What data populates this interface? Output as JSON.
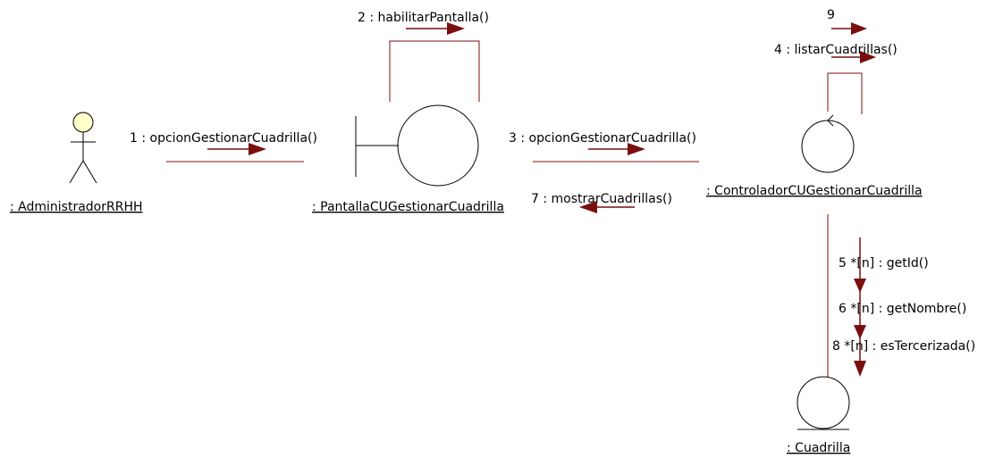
{
  "objects": {
    "actor": ": AdministradorRRHH",
    "boundary": ": PantallaCUGestionarCuadrilla",
    "control": ": ControladorCUGestionarCuadrilla",
    "entity": ": Cuadrilla"
  },
  "messages": {
    "m1": "1 : opcionGestionarCuadrilla()",
    "m2": "2 : habilitarPantalla()",
    "m3": "3 : opcionGestionarCuadrilla()",
    "m4": "4 : listarCuadrillas()",
    "m5": "5 *[n] : getId()",
    "m6": "6 *[n] : getNombre()",
    "m7": "7 : mostrarCuadrillas()",
    "m8": "8 *[n] : esTercerizada()",
    "m9": "9"
  },
  "colors": {
    "line": "#7a0f0f",
    "arrow": "#7a0f0f",
    "shape": "#000000",
    "actor_head": "#ffffc8"
  }
}
